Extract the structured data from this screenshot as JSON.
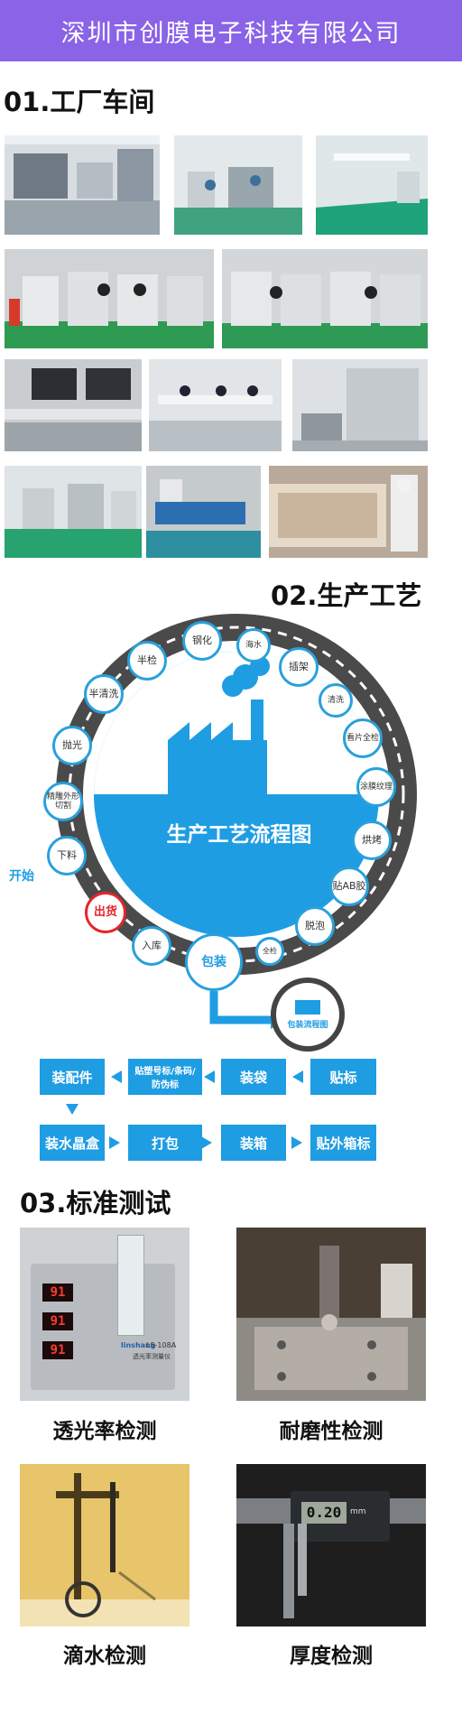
{
  "banner": {
    "title": "深圳市创膜电子科技有限公司"
  },
  "sections": {
    "factory": {
      "heading": "01.工厂车间"
    },
    "process": {
      "heading": "02.生产工艺"
    },
    "testing": {
      "heading": "03.标准测试"
    }
  },
  "process_chart": {
    "center_title": "生产工艺流程图",
    "start_label": "开始",
    "package_label": "包装",
    "package_flow_label": "包装流程图",
    "steps": [
      "下料",
      "精雕外形切割",
      "抛光",
      "半清洗",
      "半检",
      "钢化",
      "海水",
      "插架",
      "清洗",
      "看片全检",
      "涂膜纹理",
      "烘烤",
      "贴AB胶",
      "脱泡",
      "全检",
      "入库",
      "出货"
    ]
  },
  "packaging_flow": {
    "row1": [
      "装配件",
      "贴塑号标/条码/防伪标",
      "装袋",
      "贴标"
    ],
    "row2": [
      "装水晶盒",
      "打包",
      "装箱",
      "贴外箱标"
    ]
  },
  "tests": [
    {
      "label": "透光率检测"
    },
    {
      "label": "耐磨性检测"
    },
    {
      "label": "滴水检测"
    },
    {
      "label": "厚度检测"
    }
  ],
  "test_images": {
    "transmittance": {
      "readings": [
        "91",
        "91",
        "91"
      ],
      "model": "LS-108A",
      "brand": "linshang",
      "device_name": "透光率测量仪"
    },
    "caliper": {
      "display": "0.20",
      "unit": "mm"
    }
  },
  "colors": {
    "banner": "#8a63e6",
    "accent": "#1f9de3",
    "red": "#e5252a"
  }
}
